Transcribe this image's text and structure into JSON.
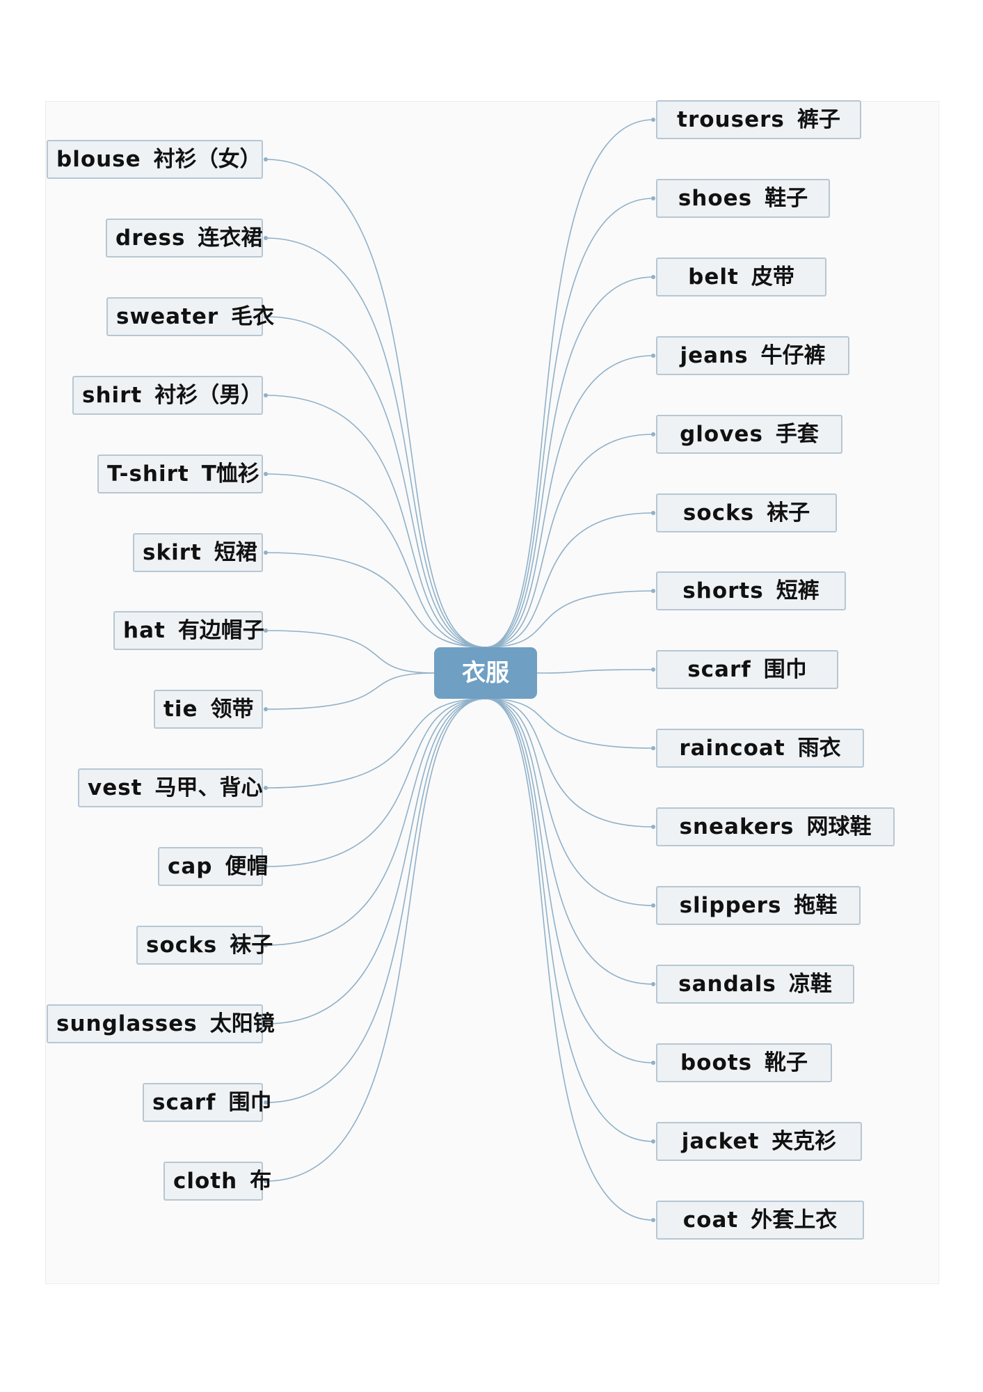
{
  "center": {
    "label": "衣服"
  },
  "left": [
    {
      "en": "blouse",
      "zh": "衬衫（女）"
    },
    {
      "en": "dress",
      "zh": "连衣裙"
    },
    {
      "en": "sweater",
      "zh": "毛衣"
    },
    {
      "en": "shirt",
      "zh": "衬衫（男）"
    },
    {
      "en": "T-shirt",
      "zh": "T恤衫"
    },
    {
      "en": "skirt",
      "zh": "短裙"
    },
    {
      "en": "hat",
      "zh": "有边帽子"
    },
    {
      "en": "tie",
      "zh": "领带"
    },
    {
      "en": "vest",
      "zh": "马甲、背心"
    },
    {
      "en": "cap",
      "zh": "便帽"
    },
    {
      "en": "socks",
      "zh": "袜子"
    },
    {
      "en": "sunglasses",
      "zh": "太阳镜"
    },
    {
      "en": "scarf",
      "zh": "围巾"
    },
    {
      "en": "cloth",
      "zh": "布"
    }
  ],
  "right": [
    {
      "en": "trousers",
      "zh": "裤子"
    },
    {
      "en": "shoes",
      "zh": "鞋子"
    },
    {
      "en": "belt",
      "zh": "皮带"
    },
    {
      "en": "jeans",
      "zh": "牛仔裤"
    },
    {
      "en": "gloves",
      "zh": "手套"
    },
    {
      "en": "socks",
      "zh": "袜子"
    },
    {
      "en": "shorts",
      "zh": "短裤"
    },
    {
      "en": "scarf",
      "zh": "围巾"
    },
    {
      "en": "raincoat",
      "zh": "雨衣"
    },
    {
      "en": "sneakers",
      "zh": "网球鞋"
    },
    {
      "en": "slippers",
      "zh": "拖鞋"
    },
    {
      "en": "sandals",
      "zh": "凉鞋"
    },
    {
      "en": "boots",
      "zh": "靴子"
    },
    {
      "en": "jacket",
      "zh": "夹克衫"
    },
    {
      "en": "coat",
      "zh": "外套上衣"
    }
  ],
  "colors": {
    "center": "#6f9fc3",
    "node_fill": "#eef2f5",
    "node_border": "#b7c6d2",
    "link": "#8fb0c8"
  }
}
